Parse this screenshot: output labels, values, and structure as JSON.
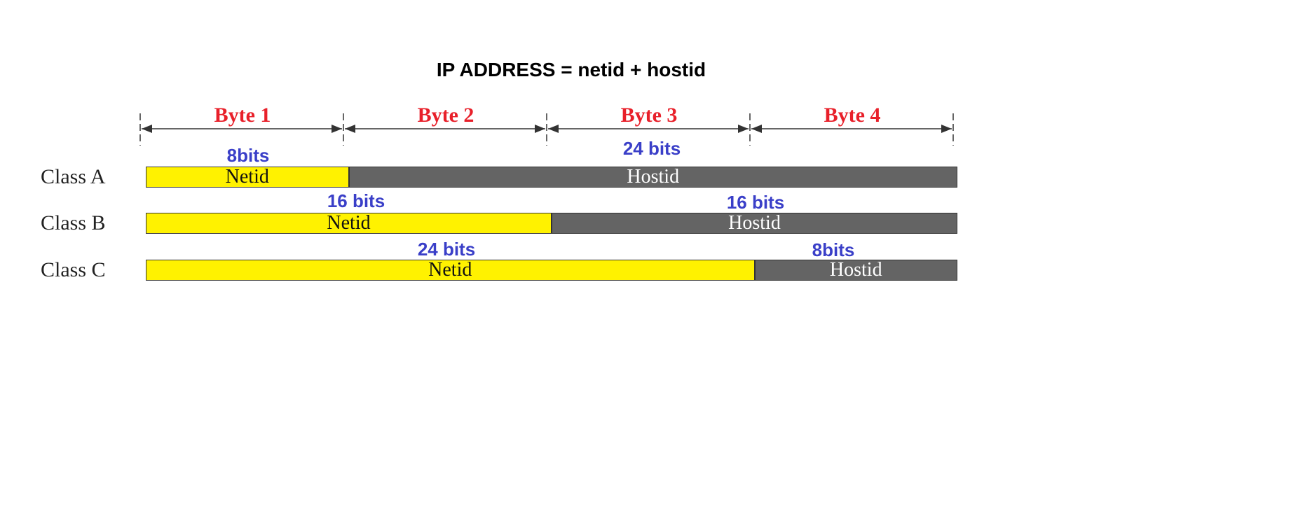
{
  "title": "IP ADDRESS = netid + hostid",
  "bytes": [
    "Byte 1",
    "Byte 2",
    "Byte 3",
    "Byte 4"
  ],
  "classes": [
    {
      "name": "Class A",
      "netid_label": "Netid",
      "hostid_label": "Hostid",
      "netid_bytes": 1,
      "netid_bits": "8bits",
      "hostid_bits": "24 bits"
    },
    {
      "name": "Class B",
      "netid_label": "Netid",
      "hostid_label": "Hostid",
      "netid_bytes": 2,
      "netid_bits": "16 bits",
      "hostid_bits": "16 bits"
    },
    {
      "name": "Class C",
      "netid_label": "Netid",
      "hostid_label": "Hostid",
      "netid_bytes": 3,
      "netid_bits": "24 bits",
      "hostid_bits": "8bits"
    }
  ],
  "colors": {
    "netid": "#fff200",
    "hostid": "#646464",
    "byte_label": "#e8202a",
    "bits_label": "#3a3fc8"
  }
}
